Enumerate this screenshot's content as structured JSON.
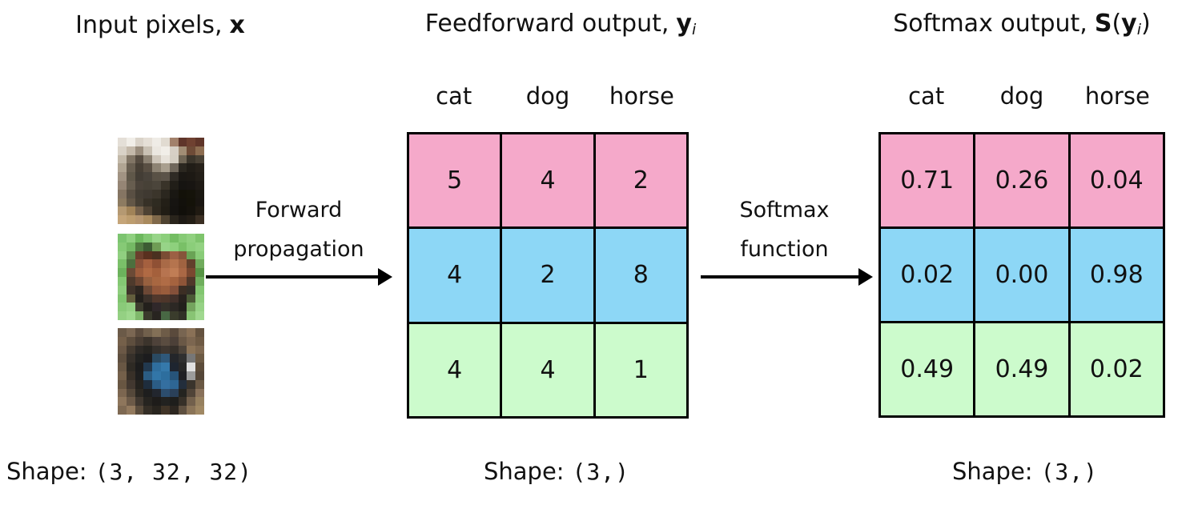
{
  "titles": {
    "left": {
      "label": "Input pixels,",
      "bold": "x"
    },
    "middle": {
      "label": "Feedforward output,",
      "bold": "y",
      "sub": "i"
    },
    "right": {
      "label": "Softmax output,",
      "bold1": "S",
      "open": "(",
      "bold2": "y",
      "sub": "i",
      "close": ")"
    }
  },
  "arrows": [
    {
      "label_line1": "Forward",
      "label_line2": "propagation"
    },
    {
      "label_line1": "Softmax",
      "label_line2": "function"
    }
  ],
  "feedforward_table": {
    "headers": [
      "cat",
      "dog",
      "horse"
    ],
    "rows": [
      {
        "color": "#f5a9ca",
        "values": [
          "5",
          "4",
          "2"
        ]
      },
      {
        "color": "#8dd7f6",
        "values": [
          "4",
          "2",
          "8"
        ]
      },
      {
        "color": "#ccfbcc",
        "values": [
          "4",
          "4",
          "1"
        ]
      }
    ]
  },
  "softmax_table": {
    "headers": [
      "cat",
      "dog",
      "horse"
    ],
    "rows": [
      {
        "color": "#f5a9ca",
        "values": [
          "0.71",
          "0.26",
          "0.04"
        ]
      },
      {
        "color": "#8dd7f6",
        "values": [
          "0.02",
          "0.00",
          "0.98"
        ]
      },
      {
        "color": "#ccfbcc",
        "values": [
          "0.49",
          "0.49",
          "0.02"
        ]
      }
    ]
  },
  "shapes": {
    "input": {
      "label": "Shape:",
      "value": "(3, 32, 32)"
    },
    "feedforward": {
      "label": "Shape:",
      "value": "(3,)"
    },
    "softmax": {
      "label": "Shape:",
      "value": "(3,)"
    }
  },
  "colors": {
    "row_pink": "#f5a9ca",
    "row_blue": "#8dd7f6",
    "row_green": "#ccfbcc",
    "table_border": "#000000",
    "background": "#ffffff",
    "text": "#111111"
  },
  "input_images": [
    {
      "name": "cat",
      "pixels": [
        [
          "#e4dfd7",
          "#f1eee8",
          "#dad3c9",
          "#e5dfd6",
          "#efece6",
          "#e1dbd1",
          "#a2816b",
          "#5f352a",
          "#6f4131",
          "#5f3529"
        ],
        [
          "#d9d2c7",
          "#c4b9aa",
          "#998c7c",
          "#c9c1b4",
          "#ebe7e0",
          "#f1eee8",
          "#d7d0c5",
          "#a18d75",
          "#6e4b37",
          "#8d6d51"
        ],
        [
          "#c3b9a9",
          "#817565",
          "#564c41",
          "#8b8172",
          "#cec6ba",
          "#e7e2da",
          "#d5cfc3",
          "#6f6555",
          "#3b352b",
          "#494135"
        ],
        [
          "#b1a593",
          "#695f51",
          "#473f35",
          "#594f43",
          "#8d8373",
          "#a99f8f",
          "#6f675b",
          "#2b2720",
          "#211d17",
          "#27211a"
        ],
        [
          "#a19383",
          "#5f5749",
          "#433d35",
          "#49433b",
          "#595145",
          "#5b5349",
          "#2f2b25",
          "#1b1814",
          "#1d1914",
          "#231e18"
        ],
        [
          "#958575",
          "#675d4f",
          "#4b433a",
          "#474137",
          "#4b453b",
          "#393329",
          "#211e18",
          "#161411",
          "#181512",
          "#1e1a15"
        ],
        [
          "#857563",
          "#594f43",
          "#433d34",
          "#3f3931",
          "#3b352b",
          "#2b271f",
          "#191712",
          "#131109",
          "#15130a",
          "#1a1711"
        ],
        [
          "#8d7b61",
          "#635747",
          "#463f34",
          "#373127",
          "#2f2b21",
          "#231f17",
          "#161411",
          "#12100b",
          "#141209",
          "#191511"
        ],
        [
          "#b59972",
          "#a18358",
          "#75614b",
          "#4e4233",
          "#2f291f",
          "#211d15",
          "#151310",
          "#110f0a",
          "#15120c",
          "#201a12"
        ],
        [
          "#c5a579",
          "#bd9d6f",
          "#b5956f",
          "#a98a5e",
          "#80694a",
          "#4f4331",
          "#29241c",
          "#1d1914",
          "#231d15",
          "#3a2e22"
        ]
      ]
    },
    {
      "name": "horse",
      "pixels": [
        [
          "#7cc470",
          "#8fd080",
          "#6db85e",
          "#82c873",
          "#98d589",
          "#8ccf7c",
          "#74bd63",
          "#86ca75",
          "#90d07f",
          "#7ec46c"
        ],
        [
          "#86ca76",
          "#74b964",
          "#507b41",
          "#3c5c33",
          "#6f9c55",
          "#97d488",
          "#8ed07d",
          "#79c067",
          "#8bce7a",
          "#93d282"
        ],
        [
          "#90cf80",
          "#5e8c4c",
          "#6b3e2c",
          "#59301f",
          "#4a3020",
          "#7a4c34",
          "#9c6044",
          "#86543a",
          "#6aa355",
          "#89cc78"
        ],
        [
          "#7ac069",
          "#4c6f3e",
          "#8a5038",
          "#a5603f",
          "#8f5034",
          "#a96a47",
          "#b5744e",
          "#a06341",
          "#62402c",
          "#70ab5c"
        ],
        [
          "#6cb25c",
          "#6b4a36",
          "#9c5c3c",
          "#b06a44",
          "#a4603c",
          "#b77450",
          "#c07d55",
          "#aa6845",
          "#7a4830",
          "#579445"
        ],
        [
          "#84c873",
          "#4e3a2c",
          "#6d4632",
          "#97603f",
          "#a86741",
          "#b06c46",
          "#a5633f",
          "#8e5538",
          "#50382a",
          "#6fae5d"
        ],
        [
          "#8ecd7d",
          "#3f332a",
          "#2d2620",
          "#6c4835",
          "#92573a",
          "#9a5d3c",
          "#84503a",
          "#3c2e24",
          "#343028",
          "#82c670"
        ],
        [
          "#80c46f",
          "#635e3d",
          "#23201c",
          "#3a3029",
          "#51382c",
          "#4e362a",
          "#41302a",
          "#28221e",
          "#4b5a36",
          "#8ccb7a"
        ],
        [
          "#8aca79",
          "#94cf83",
          "#3e3c2e",
          "#23201c",
          "#30282a",
          "#343029",
          "#2c2824",
          "#22201c",
          "#74a45e",
          "#96d285"
        ],
        [
          "#94d083",
          "#9ed88d",
          "#7fb86b",
          "#3a3a2c",
          "#282420",
          "#486844",
          "#3a3c2c",
          "#303026",
          "#88c474",
          "#a0d88f"
        ]
      ]
    },
    {
      "name": "dog",
      "pixels": [
        [
          "#6b5a48",
          "#7b6753",
          "#5c4c3e",
          "#71604c",
          "#837057",
          "#6e5c48",
          "#5a4a3c",
          "#786551",
          "#8a7157",
          "#64523f"
        ],
        [
          "#75604a",
          "#5e4e3e",
          "#4a3e34",
          "#3c342c",
          "#4e423a",
          "#5a4c40",
          "#4c4038",
          "#6a5846",
          "#7c6650",
          "#6e5a44"
        ],
        [
          "#6b5846",
          "#443a30",
          "#2e2a26",
          "#262420",
          "#34302c",
          "#3e3630",
          "#36302a",
          "#4e443a",
          "#8c7458",
          "#7e6850"
        ],
        [
          "#5e4e3e",
          "#36302a",
          "#222220",
          "#1c1c1e",
          "#2a4a62",
          "#2f587a",
          "#24262a",
          "#303030",
          "#777777",
          "#6c5a44"
        ],
        [
          "#695744",
          "#2e2a24",
          "#1c1c1c",
          "#22394f",
          "#2f6e9e",
          "#3579ab",
          "#1e2530",
          "#282828",
          "#e0e0e0",
          "#5c4c3a"
        ],
        [
          "#74604a",
          "#383028",
          "#1e1e1e",
          "#2b5d84",
          "#3276a8",
          "#2d6e9e",
          "#27547a",
          "#202024",
          "#9c9c9c",
          "#544638"
        ],
        [
          "#685642",
          "#423830",
          "#24221e",
          "#1e2d3d",
          "#2b5c85",
          "#346fa0",
          "#2e6694",
          "#232e3c",
          "#3a342c",
          "#6a5844"
        ],
        [
          "#7c6650",
          "#55483a",
          "#2c2822",
          "#1e1e1e",
          "#22262e",
          "#2c4d6d",
          "#2a4059",
          "#242420",
          "#504438",
          "#88715a"
        ],
        [
          "#8e765c",
          "#6c5a48",
          "#403830",
          "#262420",
          "#1e1c1a",
          "#222220",
          "#1e1e1c",
          "#363028",
          "#72604c",
          "#96805f"
        ],
        [
          "#7e6952",
          "#937a5e",
          "#5a4c3c",
          "#342e26",
          "#28241e",
          "#403427",
          "#2c2620",
          "#5e5040",
          "#8a7458",
          "#a08864"
        ]
      ]
    }
  ]
}
